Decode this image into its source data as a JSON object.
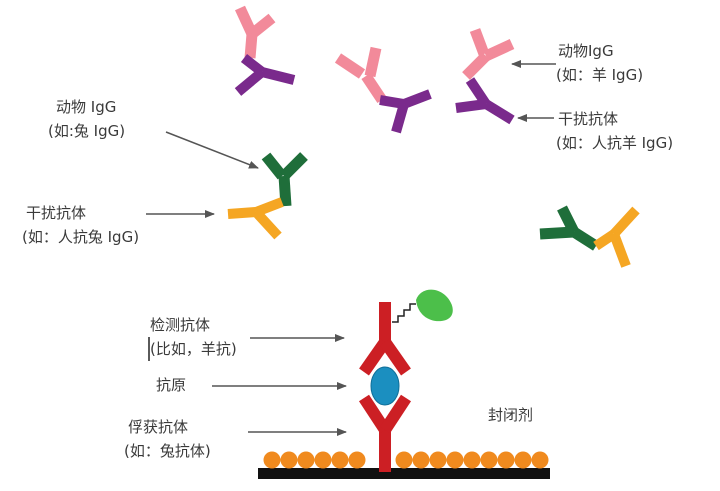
{
  "labels": {
    "animal_igg_right": "动物IgG",
    "animal_igg_right_eg": "(如：羊 IgG)",
    "interfering_ab_right": "干扰抗体",
    "interfering_ab_right_eg": "(如：人抗羊 IgG)",
    "animal_igg_left": "动物 IgG",
    "animal_igg_left_eg": "(如:兔 IgG)",
    "interfering_ab_left": "干扰抗体",
    "interfering_ab_left_eg": "(如：人抗兔 IgG)",
    "detection_ab": "检测抗体",
    "detection_ab_eg": "(比如，羊抗)",
    "antigen": "抗原",
    "capture_ab": "俘获抗体",
    "capture_ab_eg": "(如：兔抗体)",
    "blocking_agent": "封闭剂"
  },
  "colors": {
    "pink": "#f28a9a",
    "purple": "#7a2a8c",
    "green": "#1f6e3a",
    "orange": "#f5a623",
    "red": "#cc1f24",
    "blue": "#1b8fc0",
    "enzyme_green": "#4cbf4a",
    "bead_orange": "#f08a1e",
    "arrow_gray": "#555555"
  }
}
